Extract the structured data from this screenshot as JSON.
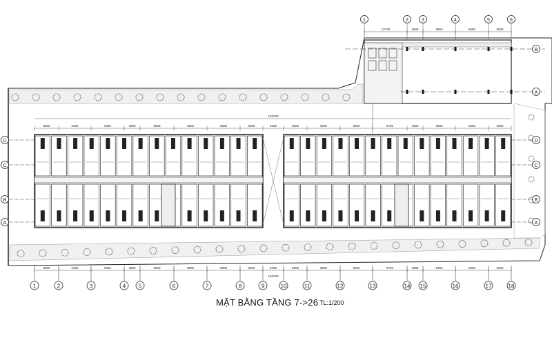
{
  "drawing": {
    "title": "MẶT BẰNG TẦNG 7->26",
    "scale": "TL:1/200",
    "total_dimension": "159700"
  },
  "axes": {
    "bottom": [
      "1",
      "2",
      "3",
      "4",
      "5",
      "6",
      "7",
      "8",
      "9",
      "10",
      "11",
      "12",
      "13",
      "14",
      "15",
      "16",
      "17",
      "18"
    ],
    "rows_left": [
      "D",
      "C",
      "B",
      "A"
    ],
    "rows_right": [
      "D",
      "C",
      "B",
      "A"
    ],
    "annex_top": [
      "1",
      "2",
      "3",
      "4",
      "5",
      "6"
    ],
    "annex_rows": [
      "B",
      "A"
    ]
  },
  "dimensions": {
    "top": [
      "6600",
      "9450",
      "9450",
      "4500",
      "9500",
      "9500",
      "9500",
      "6600",
      "5400",
      "6600",
      "9500",
      "9500",
      "9700",
      "4500",
      "9450",
      "9450",
      "6600"
    ],
    "bottom": [
      "6600",
      "9450",
      "9450",
      "4500",
      "9500",
      "9500",
      "9500",
      "6600",
      "5400",
      "6600",
      "9500",
      "9500",
      "9700",
      "4500",
      "9450",
      "9450",
      "6600"
    ],
    "annex": [
      "12700",
      "4500",
      "9450",
      "9450",
      "6600"
    ]
  },
  "colors": {
    "line": "#222222",
    "tree_band": "#f0f0f0",
    "tree": "#555555"
  }
}
